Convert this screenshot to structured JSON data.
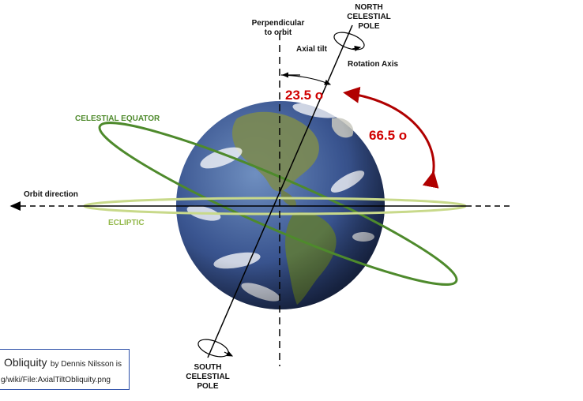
{
  "labels": {
    "north_pole": [
      "NORTH",
      "CELESTIAL",
      "POLE"
    ],
    "south_pole": [
      "SOUTH",
      "CELESTIAL",
      "POLE"
    ],
    "perpendicular": [
      "Perpendicular",
      "to orbit"
    ],
    "axial_tilt": "Axial tilt",
    "rotation_axis": "Rotation Axis",
    "celestial_equator": "CELESTIAL EQUATOR",
    "ecliptic": "ECLIPTIC",
    "orbit_direction": "Orbit direction",
    "angle_tilt": "23.5 o",
    "angle_complement": "66.5 o"
  },
  "credit": {
    "title": "Obliquity",
    "by_text": "by Dennis Nilsson is",
    "url_fragment": "g/wiki/File:AxialTiltObliquity.png"
  },
  "colors": {
    "equator": "#4e8a2c",
    "ecliptic": "#c8d98a",
    "angle_arrow": "#b00000",
    "angle_text": "#d00000",
    "credit_border": "#2b4ea8"
  }
}
